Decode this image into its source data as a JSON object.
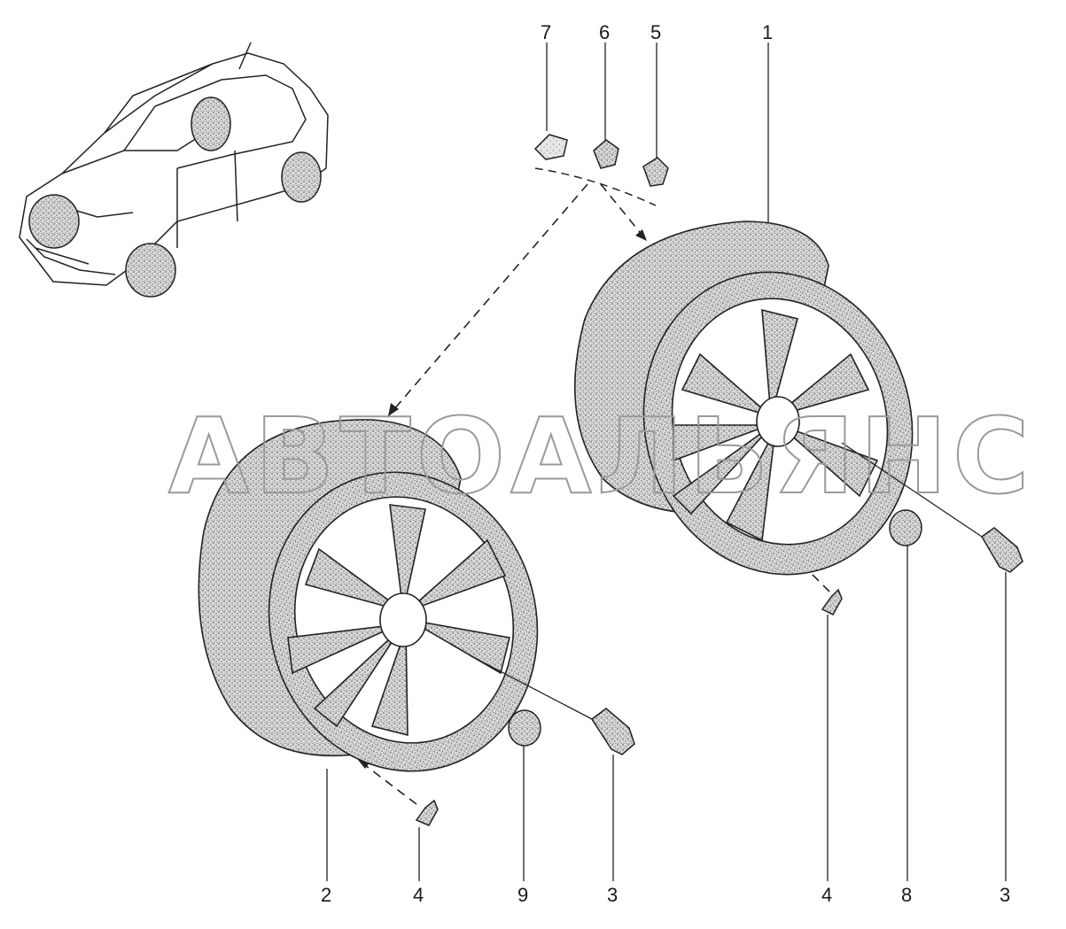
{
  "diagram": {
    "callouts": {
      "c1": "1",
      "c2": "2",
      "c3a": "3",
      "c3b": "3",
      "c4a": "4",
      "c4b": "4",
      "c5": "5",
      "c6": "6",
      "c7": "7",
      "c8": "8",
      "c9": "9"
    },
    "watermark": "АВТОАЛЬЯНС"
  }
}
